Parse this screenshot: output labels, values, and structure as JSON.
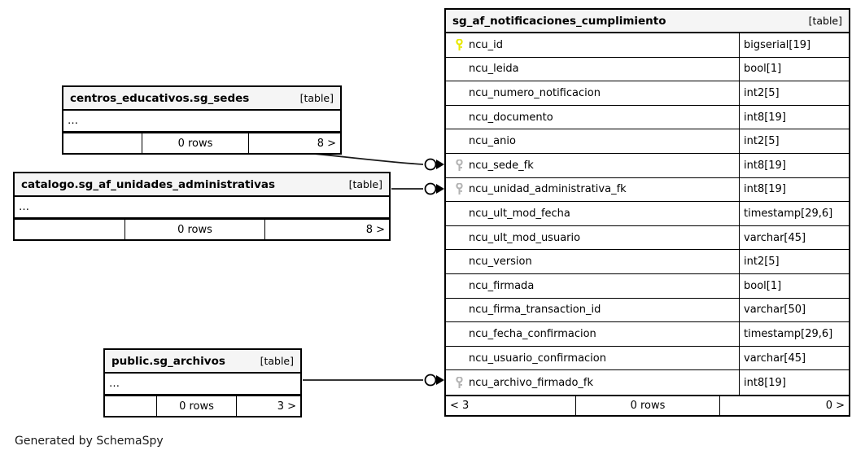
{
  "diagram": {
    "caption": "Generated by SchemaSpy",
    "table_tag": "[table]",
    "stub_text": "…",
    "icons": {
      "primary_key": "key-icon-primary",
      "foreign_key": "key-icon-foreign"
    },
    "colors": {
      "primary_key": "#e8e800",
      "foreign_key": "#b3b3b3",
      "header_bg": "#f5f5f5",
      "border": "#000000",
      "background": "#ffffff"
    }
  },
  "main_table": {
    "name": "sg_af_notificaciones_cumplimiento",
    "tag": "[table]",
    "columns": [
      {
        "key": "primary",
        "name": "ncu_id",
        "type": "bigserial[19]"
      },
      {
        "key": "none",
        "name": "ncu_leida",
        "type": "bool[1]"
      },
      {
        "key": "none",
        "name": "ncu_numero_notificacion",
        "type": "int2[5]"
      },
      {
        "key": "none",
        "name": "ncu_documento",
        "type": "int8[19]"
      },
      {
        "key": "none",
        "name": "ncu_anio",
        "type": "int2[5]"
      },
      {
        "key": "foreign",
        "name": "ncu_sede_fk",
        "type": "int8[19]"
      },
      {
        "key": "foreign",
        "name": "ncu_unidad_administrativa_fk",
        "type": "int8[19]"
      },
      {
        "key": "none",
        "name": "ncu_ult_mod_fecha",
        "type": "timestamp[29,6]"
      },
      {
        "key": "none",
        "name": "ncu_ult_mod_usuario",
        "type": "varchar[45]"
      },
      {
        "key": "none",
        "name": "ncu_version",
        "type": "int2[5]"
      },
      {
        "key": "none",
        "name": "ncu_firmada",
        "type": "bool[1]"
      },
      {
        "key": "none",
        "name": "ncu_firma_transaction_id",
        "type": "varchar[50]"
      },
      {
        "key": "none",
        "name": "ncu_fecha_confirmacion",
        "type": "timestamp[29,6]"
      },
      {
        "key": "none",
        "name": "ncu_usuario_confirmacion",
        "type": "varchar[45]"
      },
      {
        "key": "foreign",
        "name": "ncu_archivo_firmado_fk",
        "type": "int8[19]"
      }
    ],
    "footer": {
      "left": "< 3",
      "center": "0 rows",
      "right": "0 >"
    }
  },
  "related_tables": [
    {
      "id": "sedes",
      "name": "centros_educativos.sg_sedes",
      "tag": "[table]",
      "stub": "…",
      "footer": {
        "left": "",
        "center": "0 rows",
        "right": "8 >"
      }
    },
    {
      "id": "unidades",
      "name": "catalogo.sg_af_unidades_administrativas",
      "tag": "[table]",
      "stub": "…",
      "footer": {
        "left": "",
        "center": "0 rows",
        "right": "8 >"
      }
    },
    {
      "id": "archivos",
      "name": "public.sg_archivos",
      "tag": "[table]",
      "stub": "…",
      "footer": {
        "left": "",
        "center": "0 rows",
        "right": "3 >"
      }
    }
  ]
}
